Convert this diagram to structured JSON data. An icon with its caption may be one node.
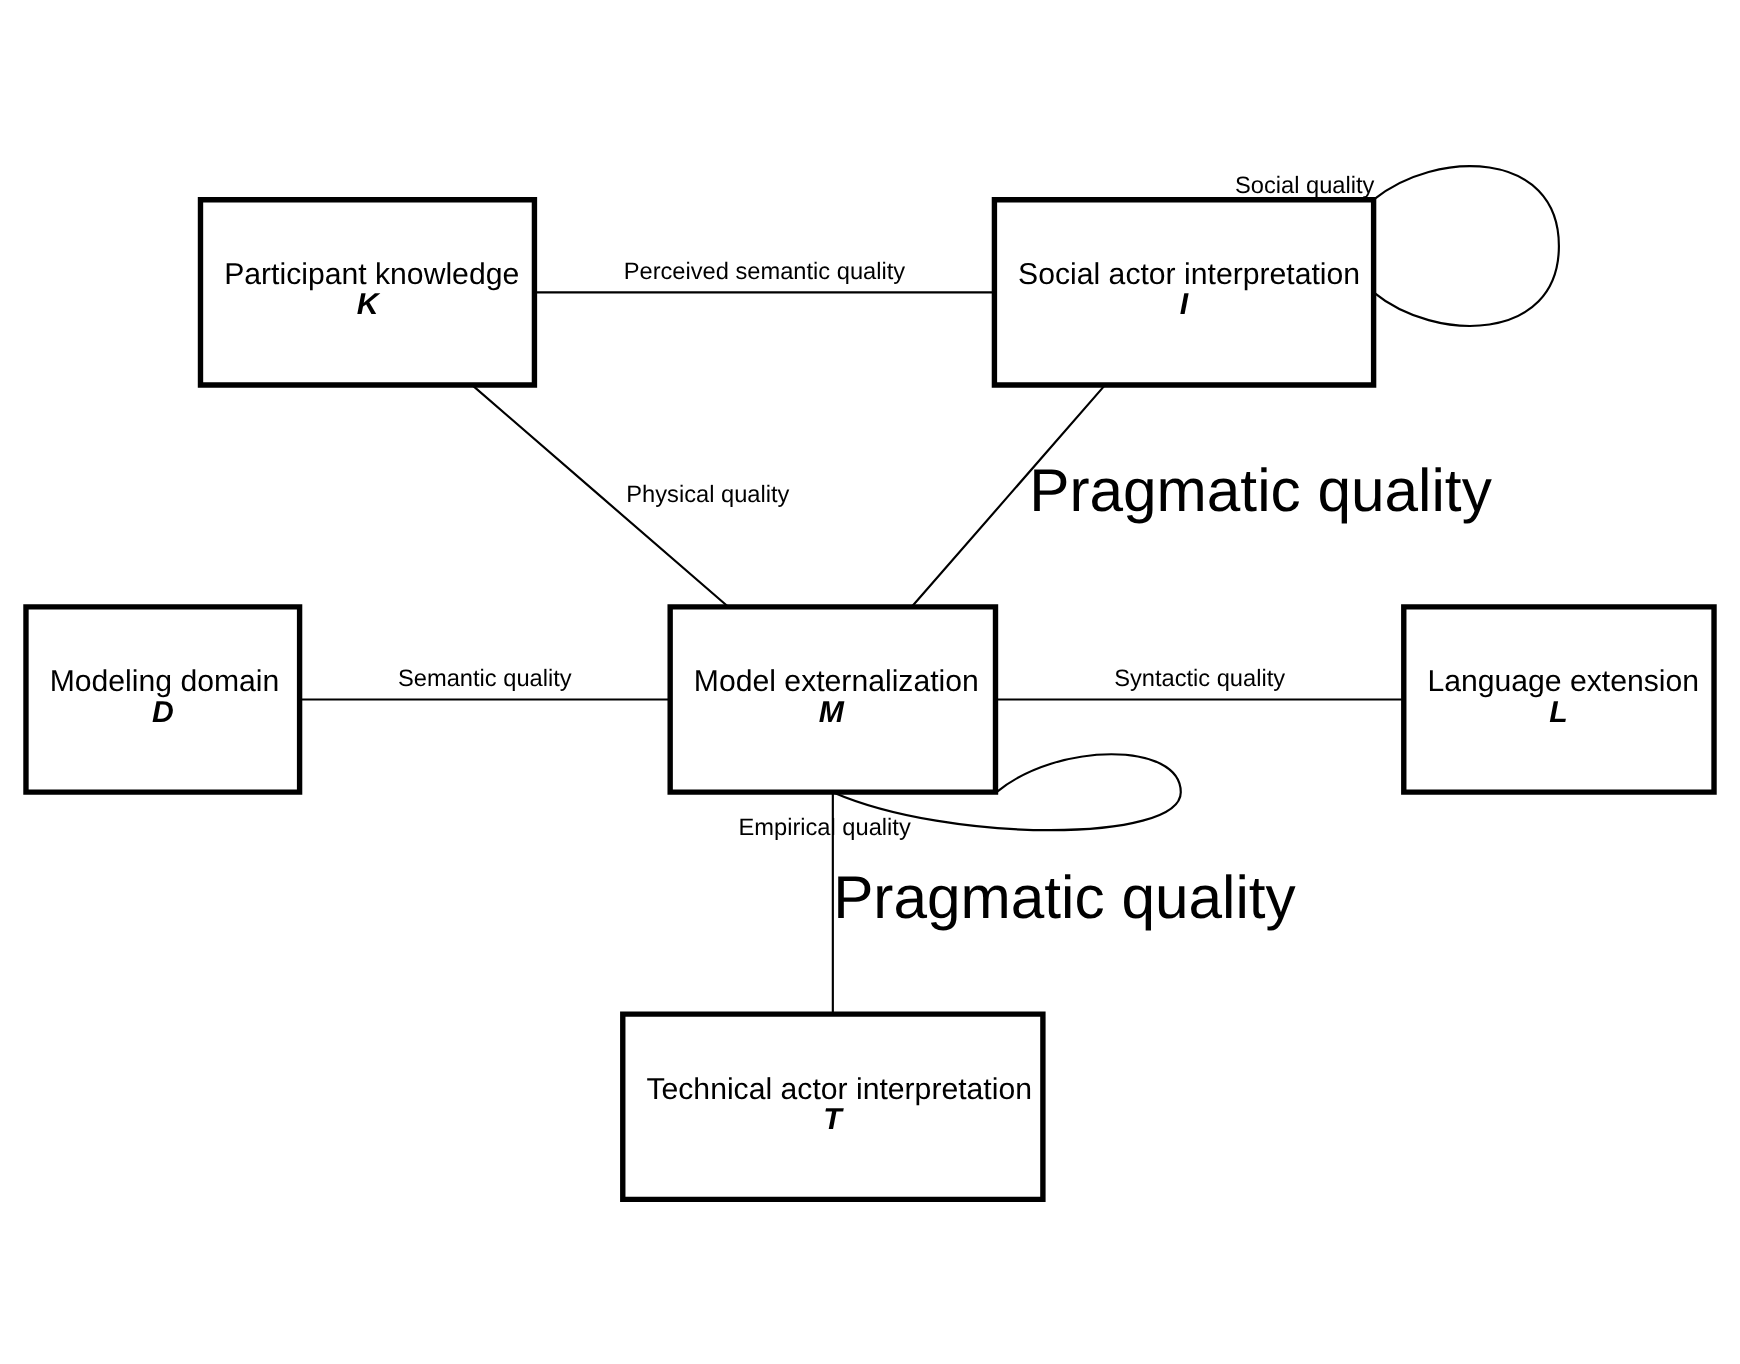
{
  "diagram": {
    "nodes": [
      {
        "text": [
          "Participant knowledge",
          "K"
        ]
      },
      {
        "text": [
          "Social actor interpretation",
          "I"
        ]
      },
      {
        "text": [
          "Modeling domain",
          "D"
        ]
      },
      {
        "text": [
          "Model externalization",
          "M"
        ]
      },
      {
        "text": [
          "Language extension",
          "L"
        ]
      },
      {
        "text": [
          "Technical actor interpretation",
          "T"
        ]
      }
    ],
    "edges": [
      {
        "from": 1,
        "to": 1,
        "arrow": "none",
        "label": "Social quality"
      },
      {
        "from": 0,
        "to": 1,
        "arrow": "none",
        "label": "Perceived semantic quality"
      },
      {
        "from": 0,
        "to": 3,
        "arrow": "none",
        "label": "Physical quality"
      },
      {
        "from": 3,
        "to": 3,
        "arrow": "none",
        "label": "Empirical quality"
      },
      {
        "from": 1,
        "to": 3,
        "arrow": "none",
        "label": "Pragmatic quality"
      },
      {
        "from": 2,
        "to": 3,
        "arrow": "none",
        "label": "Semantic quality"
      },
      {
        "from": 3,
        "to": 4,
        "arrow": "none",
        "label": "Syntactic quality"
      },
      {
        "from": 3,
        "to": 5,
        "arrow": "none",
        "label": "Pragmatic quality"
      }
    ]
  }
}
